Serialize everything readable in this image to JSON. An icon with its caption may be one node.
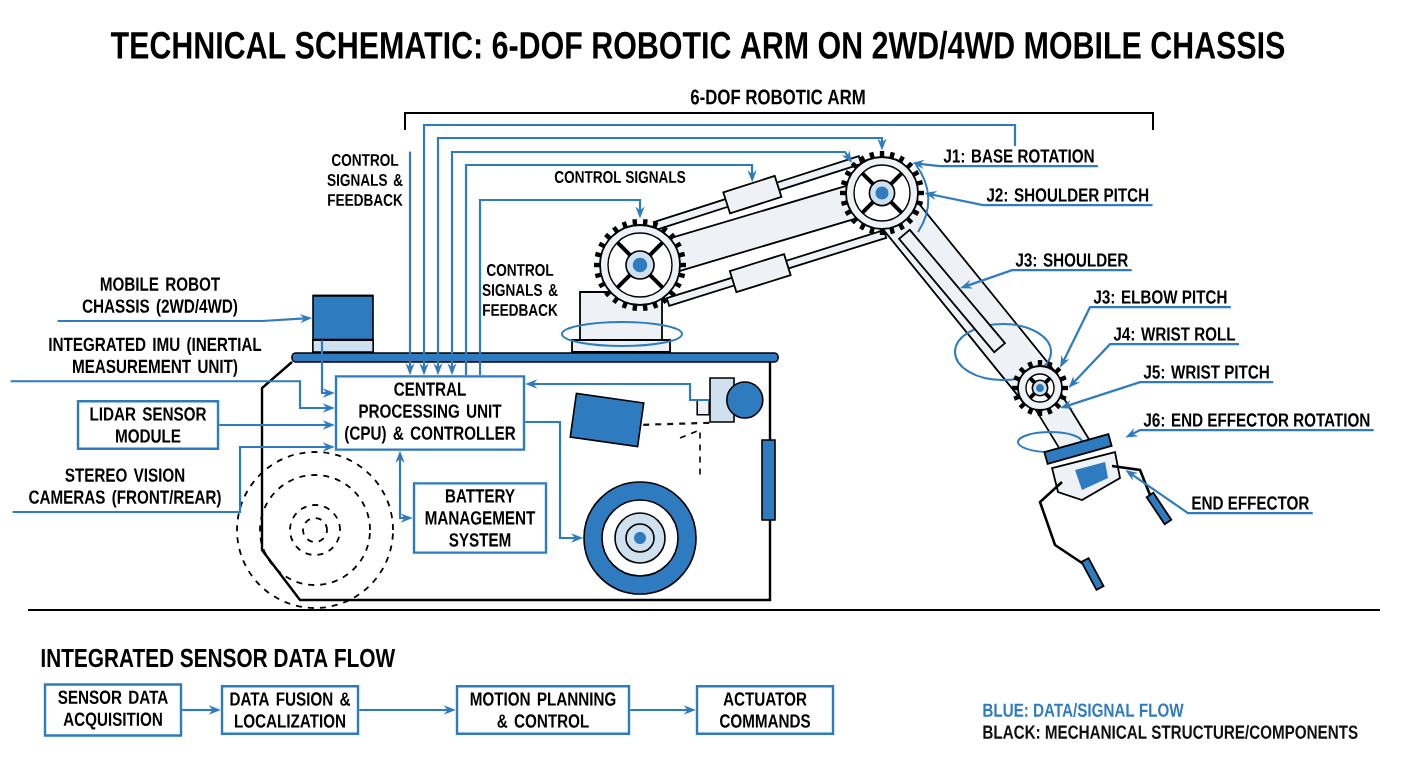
{
  "diagram": {
    "title": "TECHNICAL SCHEMATIC: 6-DOF ROBOTIC ARM ON 2WD/4WD MOBILE CHASSIS",
    "nodes": [
      {
        "text": [
          "CENTRAL PROCESSING UNIT (CPU) & CONTROLLER"
        ]
      },
      {
        "text": [
          "BATTERY MANAGEMENT SYSTEM"
        ]
      },
      {
        "text": [
          "LIDAR SENSOR MODULE"
        ]
      },
      {
        "text": [
          "MOBILE ROBOT CHASSIS (2WD/4WD)"
        ]
      },
      {
        "text": [
          "INTEGRATED IMU (INERTIAL MEASUREMENT UNIT)"
        ]
      },
      {
        "text": [
          "STEREO VISION CAMERAS (FRONT/REAR)"
        ]
      },
      {
        "text": [],
        "shape": "cylinder"
      },
      {
        "text": [],
        "shape": "circle"
      },
      {
        "text": [],
        "shape": "picture"
      },
      {
        "text": [
          "J1: BASE ROTATION"
        ]
      },
      {
        "text": [
          "J2: SHOULDER PITCH"
        ]
      },
      {
        "text": [
          "J3: SHOULDER"
        ]
      },
      {
        "text": [
          "J3: ELBOW PITCH"
        ]
      },
      {
        "text": [
          "J4: WRIST ROLL"
        ]
      },
      {
        "text": [
          "J5: WRIST PITCH"
        ]
      },
      {
        "text": [
          "J6: END EFFECTOR ROTATION"
        ]
      },
      {
        "text": [
          "END EFFECTOR"
        ]
      },
      {
        "text": [
          "SENSOR DATA ACQUISITION"
        ]
      },
      {
        "text": [
          "DATA FUSION & LOCALIZATION"
        ]
      },
      {
        "text": [
          "MOTION PLANNING & CONTROL"
        ]
      },
      {
        "text": [
          "ACTUATOR COMMANDS"
        ]
      },
      {
        "text": [],
        "shape": "circle"
      },
      {
        "text": [],
        "shape": "box"
      },
      {
        "text": [],
        "shape": "circle"
      },
      {
        "text": [],
        "shape": "circle"
      },
      {
        "text": [],
        "shape": "bar"
      },
      {
        "text": [],
        "shape": "picture"
      },
      {
        "text": [],
        "shape": "box"
      },
      {
        "text": [
          "CONTROL SIGNALS & FEEDBACK"
        ]
      }
    ],
    "edges": [
      {
        "from": 3,
        "to": 6,
        "arrow": "to"
      },
      {
        "from": 4,
        "to": 0,
        "arrow": "to"
      },
      {
        "from": 2,
        "to": 0,
        "arrow": "to"
      },
      {
        "from": 5,
        "to": 0,
        "arrow": "to"
      },
      {
        "from": 6,
        "to": 0,
        "arrow": "to"
      },
      {
        "from": 28,
        "to": 0,
        "arrow": "to"
      },
      {
        "from": 9,
        "to": 0,
        "arrow": "to"
      },
      {
        "from": 0,
        "to": 23,
        "arrow": "both"
      },
      {
        "from": 0,
        "to": 23,
        "arrow": "both"
      },
      {
        "from": 0,
        "to": 22,
        "arrow": "to"
      },
      {
        "from": 0,
        "to": 21,
        "arrow": "to"
      },
      {
        "from": 8,
        "to": 0,
        "arrow": "to"
      },
      {
        "from": 0,
        "to": 7,
        "arrow": "to"
      },
      {
        "from": 0,
        "to": 1,
        "arrow": "both"
      },
      {
        "from": 9,
        "to": 23,
        "arrow": "to"
      },
      {
        "from": 10,
        "to": 23,
        "arrow": "to"
      },
      {
        "from": 11,
        "to": 25,
        "arrow": "to"
      },
      {
        "from": 12,
        "to": 24,
        "arrow": "to"
      },
      {
        "from": 13,
        "to": 24,
        "arrow": "to"
      },
      {
        "from": 14,
        "to": 24,
        "arrow": "to"
      },
      {
        "from": 15,
        "to": 26,
        "arrow": "to"
      },
      {
        "from": 16,
        "to": 26,
        "arrow": "to"
      },
      {
        "from": 17,
        "to": 18,
        "arrow": "to"
      },
      {
        "from": 18,
        "to": 19,
        "arrow": "to"
      },
      {
        "from": 19,
        "to": 20,
        "arrow": "to"
      },
      {
        "from": 8,
        "to": 27,
        "arrow": "none",
        "style": "dashed",
        "color": "#111111"
      }
    ],
    "labels": [
      "6-DOF ROBOTIC ARM",
      "CONTROL SIGNALS",
      "CONTROL SIGNALS & FEEDBACK",
      "INTEGRATED SENSOR DATA FLOW"
    ],
    "legend": [
      {
        "text": "BLUE: DATA/SIGNAL FLOW",
        "color": "#2e7bbf"
      },
      {
        "text": "BLACK: MECHANICAL STRUCTURE/COMPONENTS",
        "color": "#111111"
      }
    ]
  }
}
